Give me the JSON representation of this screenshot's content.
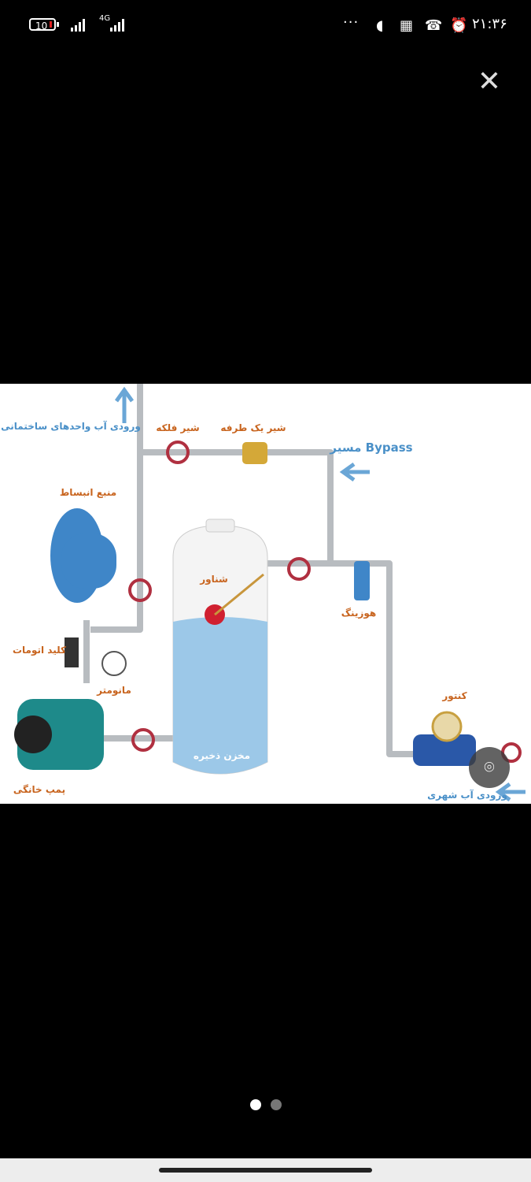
{
  "status_bar": {
    "battery": "10",
    "network": "4G",
    "time": "۲۱:۳۶",
    "more": "···"
  },
  "viewer": {
    "close_icon": "close-icon",
    "lens_icon": "lens-icon",
    "pages": 2,
    "current_page": 1
  },
  "diagram": {
    "building_inlet": "ورودی آب واحدهای ساختمانی",
    "gate_valve": "شیر فلکه",
    "check_valve": "شیر یک طرفه",
    "bypass": "مسیر Bypass",
    "expansion_tank": "منبع انبساط",
    "float": "شناور",
    "housing": "هوزینگ",
    "auto_switch": "کلید اتومات",
    "manometer": "مانومتر",
    "pump": "پمپ خانگی",
    "storage_tank": "مخزن ذخیره",
    "meter": "کنتور",
    "city_inlet": "ورودی آب شهری"
  },
  "colors": {
    "label_orange": "#c8641e",
    "label_blue": "#4a90c8",
    "water": "#9cc8e8",
    "pipe": "#b8bcc0",
    "valve": "#b03040"
  }
}
